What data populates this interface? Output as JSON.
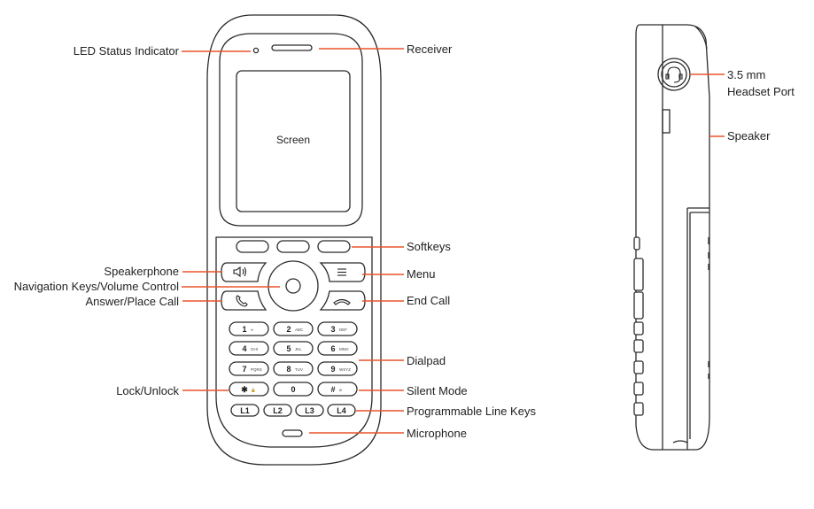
{
  "colors": {
    "leader_line": "#e8542a",
    "outline": "#2b2b2b",
    "text": "#222222"
  },
  "front_labels": {
    "led": "LED Status Indicator",
    "receiver": "Receiver",
    "softkeys": "Softkeys",
    "speakerphone": "Speakerphone",
    "menu": "Menu",
    "navigation": "Navigation Keys/Volume Control",
    "answer": "Answer/Place Call",
    "end_call": "End Call",
    "dialpad": "Dialpad",
    "lock": "Lock/Unlock",
    "silent": "Silent Mode",
    "line_keys": "Programmable Line Keys",
    "microphone": "Microphone"
  },
  "side_labels": {
    "headset_line1": "3.5 mm",
    "headset_line2": "Headset Port",
    "speaker": "Speaker"
  },
  "screen_label": "Screen",
  "dialpad_keys": [
    {
      "main": "1",
      "sub": "∞"
    },
    {
      "main": "2",
      "sub": "ABC"
    },
    {
      "main": "3",
      "sub": "DEF"
    },
    {
      "main": "4",
      "sub": "GHI"
    },
    {
      "main": "5",
      "sub": "JKL"
    },
    {
      "main": "6",
      "sub": "MNO"
    },
    {
      "main": "7",
      "sub": "PQRS"
    },
    {
      "main": "8",
      "sub": "TUV"
    },
    {
      "main": "9",
      "sub": "WXYZ"
    },
    {
      "main": "✱",
      "sub": "🔒"
    },
    {
      "main": "0",
      "sub": ""
    },
    {
      "main": "#",
      "sub": "ø"
    }
  ],
  "line_keys": [
    "L1",
    "L2",
    "L3",
    "L4"
  ],
  "icons": {
    "speakerphone": "speaker-icon",
    "menu": "menu-icon",
    "answer": "phone-answer-icon",
    "end_call": "phone-end-icon",
    "headset": "headset-icon"
  }
}
